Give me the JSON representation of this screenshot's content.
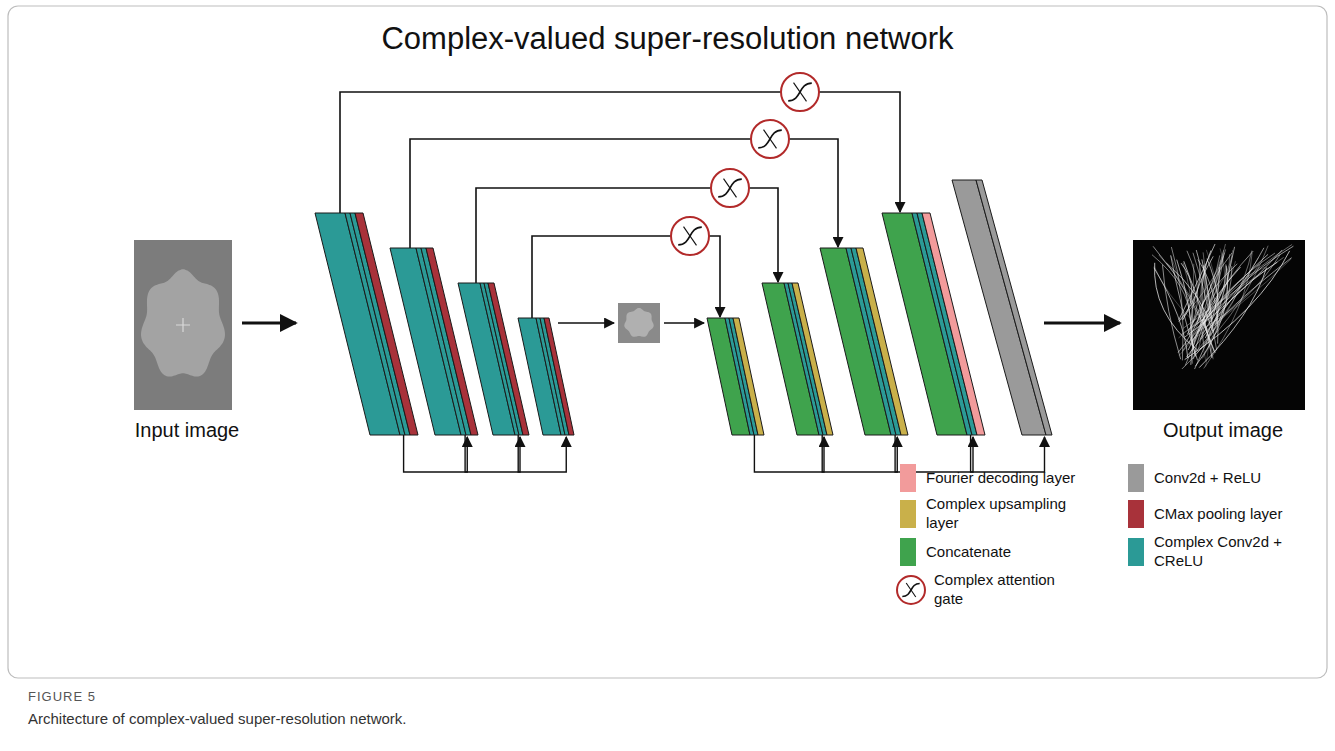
{
  "diagram": {
    "title": "Complex-valued super-resolution network",
    "caption": "Architecture of complex-valued super-resolution network.",
    "nodes": [
      {
        "text": [
          "Input image"
        ]
      },
      {
        "text": [
          "Output image"
        ]
      }
    ],
    "labels": [
      "FIGURE 5"
    ],
    "legend": [
      {
        "text": "Fourier decoding layer",
        "color": "#f29b9b"
      },
      {
        "text": "Complex upsampling layer",
        "color": "#c9b04a"
      },
      {
        "text": "Concatenate",
        "color": "#3fa34d"
      },
      {
        "text": "Complex attention gate"
      },
      {
        "text": "Conv2d + ReLU",
        "color": "#9a9a9a"
      },
      {
        "text": "CMax pooling layer",
        "color": "#a8323a"
      },
      {
        "text": "Complex Conv2d + CReLU",
        "color": "#2b9a96"
      }
    ]
  }
}
